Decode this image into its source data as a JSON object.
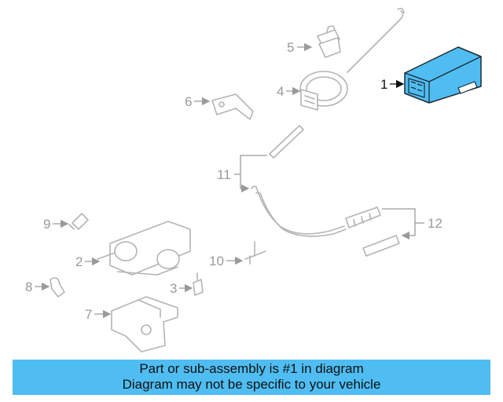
{
  "diagram": {
    "highlight_color": "#4fbdf2",
    "highlighted_part": "1",
    "callouts": [
      "1",
      "2",
      "3",
      "4",
      "5",
      "6",
      "7",
      "8",
      "9",
      "10",
      "11",
      "12"
    ]
  },
  "banner": {
    "line1": "Part or sub-assembly is #1 in diagram",
    "line2": "Diagram may not be specific to your vehicle",
    "background": "#4fbdf2"
  }
}
